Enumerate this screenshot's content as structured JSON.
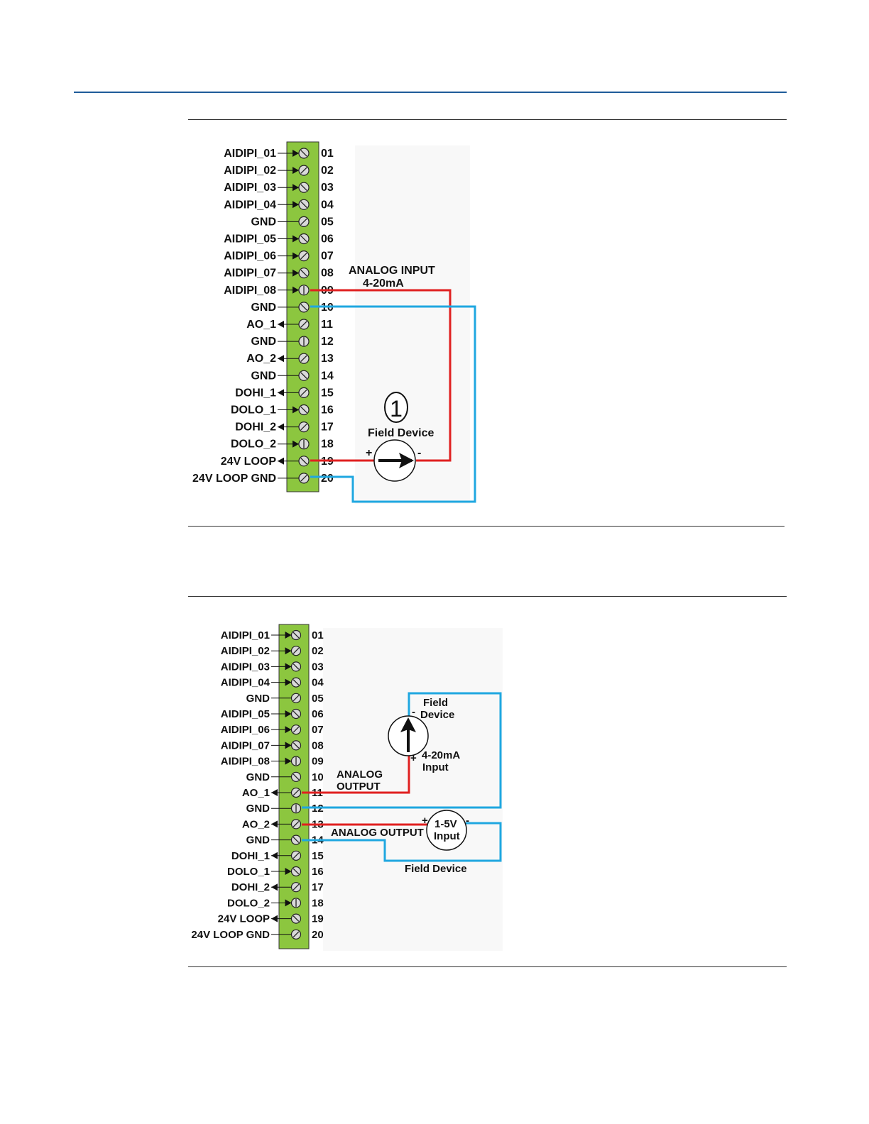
{
  "colors": {
    "header_rule": "#1f5c99",
    "terminal_block": "#8cc63f",
    "red_wire": "#e02020",
    "blue_wire": "#1fa7e0"
  },
  "terminals": [
    {
      "num": "01",
      "label": "AIDIPI_01",
      "dir": "in",
      "screw": "diag"
    },
    {
      "num": "02",
      "label": "AIDIPI_02",
      "dir": "in",
      "screw": "anti"
    },
    {
      "num": "03",
      "label": "AIDIPI_03",
      "dir": "in",
      "screw": "diag"
    },
    {
      "num": "04",
      "label": "AIDIPI_04",
      "dir": "in",
      "screw": "diag"
    },
    {
      "num": "05",
      "label": "GND",
      "dir": "none",
      "screw": "anti"
    },
    {
      "num": "06",
      "label": "AIDIPI_05",
      "dir": "in",
      "screw": "diag"
    },
    {
      "num": "07",
      "label": "AIDIPI_06",
      "dir": "in",
      "screw": "anti"
    },
    {
      "num": "08",
      "label": "AIDIPI_07",
      "dir": "in",
      "screw": "diag"
    },
    {
      "num": "09",
      "label": "AIDIPI_08",
      "dir": "in",
      "screw": "vert"
    },
    {
      "num": "10",
      "label": "GND",
      "dir": "none",
      "screw": "diag"
    },
    {
      "num": "11",
      "label": "AO_1",
      "dir": "out",
      "screw": "anti"
    },
    {
      "num": "12",
      "label": "GND",
      "dir": "none",
      "screw": "vert"
    },
    {
      "num": "13",
      "label": "AO_2",
      "dir": "out",
      "screw": "anti"
    },
    {
      "num": "14",
      "label": "GND",
      "dir": "none",
      "screw": "diag"
    },
    {
      "num": "15",
      "label": "DOHI_1",
      "dir": "out",
      "screw": "anti"
    },
    {
      "num": "16",
      "label": "DOLO_1",
      "dir": "in",
      "screw": "diag"
    },
    {
      "num": "17",
      "label": "DOHI_2",
      "dir": "out",
      "screw": "anti"
    },
    {
      "num": "18",
      "label": "DOLO_2",
      "dir": "in",
      "screw": "vert"
    },
    {
      "num": "19",
      "label": "24V LOOP",
      "dir": "out",
      "screw": "diag"
    },
    {
      "num": "20",
      "label": "24V LOOP GND",
      "dir": "none",
      "screw": "anti"
    }
  ],
  "figure1": {
    "analog_input_line1": "ANALOG INPUT",
    "analog_input_line2": "4-20mA",
    "callout": "1",
    "field_device": "Field Device",
    "plus": "+",
    "minus": "-"
  },
  "figure2": {
    "field_device_line1": "Field",
    "field_device_line2": "Device",
    "input_line1": "4-20mA",
    "input_line2": "Input",
    "analog_output_line1": "ANALOG",
    "analog_output_line2": "OUTPUT",
    "analog_output_2": "ANALOG OUTPUT",
    "v_input_line1": "1-5V",
    "v_input_line2": "Input",
    "field_device_2": "Field Device",
    "plus": "+",
    "minus": "-"
  }
}
